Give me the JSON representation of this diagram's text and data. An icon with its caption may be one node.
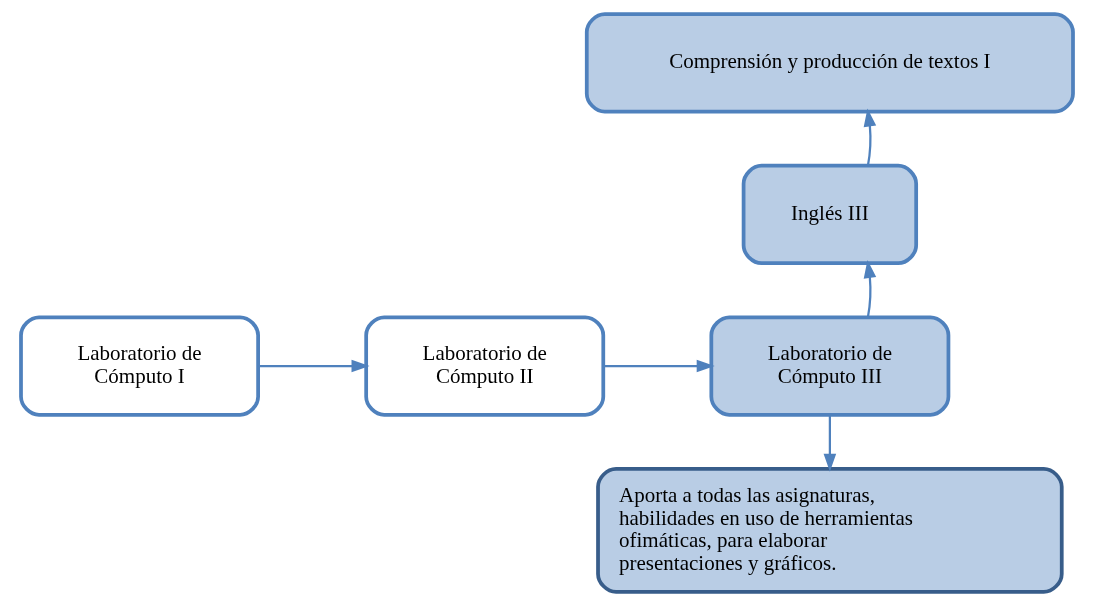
{
  "diagram": {
    "nodes": [
      {
        "text": [
          "Laboratorio de Cómputo I"
        ]
      },
      {
        "text": [
          "Laboratorio de Cómputo II"
        ]
      },
      {
        "text": [
          "Laboratorio de Cómputo III"
        ]
      },
      {
        "text": [
          "Inglés III"
        ]
      },
      {
        "text": [
          "Comprensión y producción de textos I"
        ]
      },
      {
        "text": [
          "Aporta a todas las asignaturas, habilidades en uso de herramientas ofimáticas, para elaborar presentaciones y gráficos."
        ]
      }
    ],
    "edges": [
      {
        "from": 0,
        "to": 1,
        "arrow": "to"
      },
      {
        "from": 1,
        "to": 2,
        "arrow": "to"
      },
      {
        "from": 2,
        "to": 3,
        "arrow": "to"
      },
      {
        "from": 3,
        "to": 4,
        "arrow": "to"
      },
      {
        "from": 2,
        "to": 5,
        "arrow": "to"
      }
    ]
  }
}
